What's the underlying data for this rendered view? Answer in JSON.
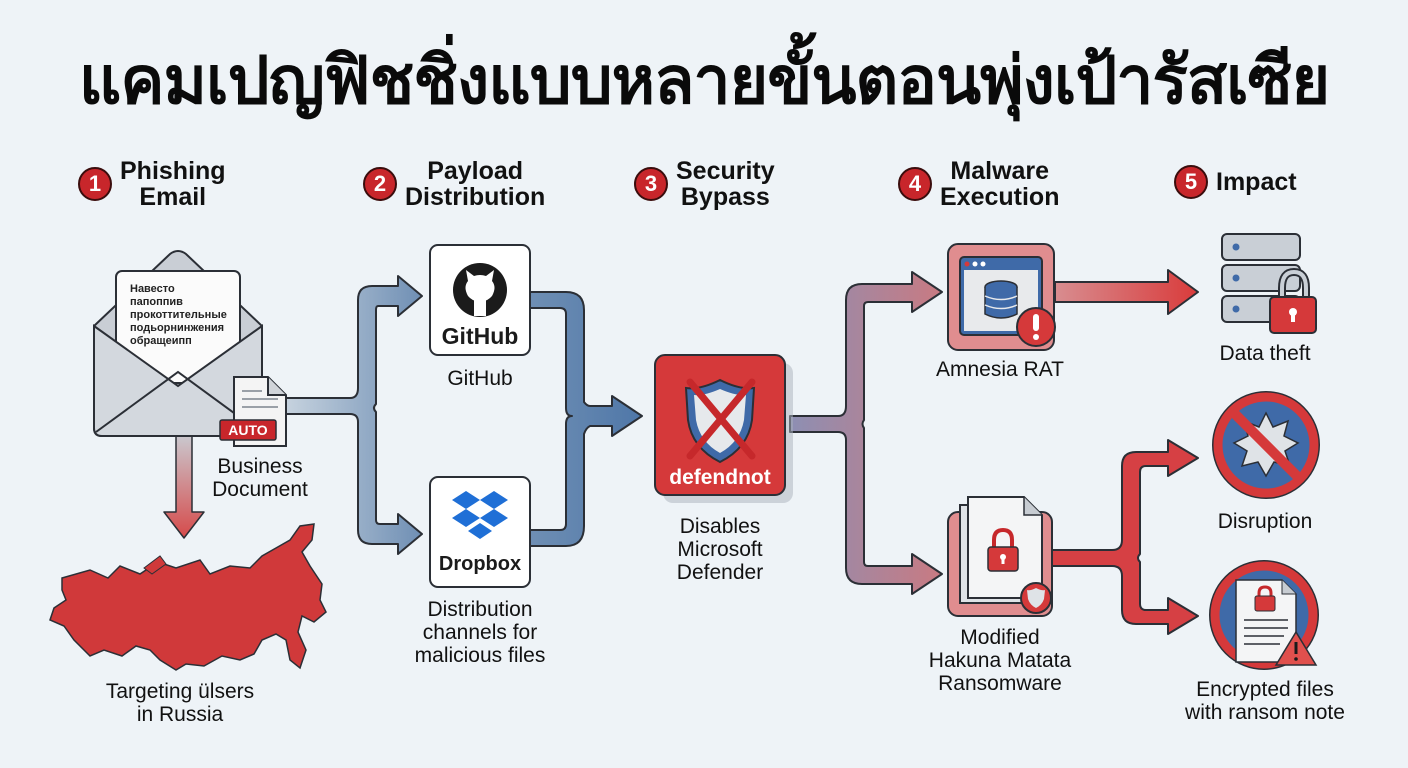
{
  "title": "แคมเปญฟิชชิ่งแบบหลายขั้นตอนพุ่งเป้ารัสเซีย",
  "steps": [
    {
      "number": "1",
      "label_line1": "Phishing",
      "label_line2": "Email"
    },
    {
      "number": "2",
      "label_line1": "Payload",
      "label_line2": "Distribution"
    },
    {
      "number": "3",
      "label_line1": "Security",
      "label_line2": "Bypass"
    },
    {
      "number": "4",
      "label_line1": "Malware",
      "label_line2": "Execution"
    },
    {
      "number": "5",
      "label_line1": "Impact",
      "label_line2": ""
    }
  ],
  "email": {
    "letter_lines": [
      "Навесто",
      "папоппив",
      "прокоттительные",
      "подьорнинжения",
      "обращеипп"
    ],
    "attachment_tag": "AUTO",
    "caption_line1": "Business",
    "caption_line2": "Document"
  },
  "target": {
    "caption_line1": "Targeting ülsers",
    "caption_line2": "in Russia"
  },
  "distribution": {
    "github_logo_text": "GitHub",
    "github_caption": "GitHub",
    "dropbox_logo_text": "Dropbox",
    "caption_line1": "Distribution",
    "caption_line2": "channels for",
    "caption_line3": "malicious files"
  },
  "bypass": {
    "tool_name": "defendnot",
    "caption_line1": "Disables",
    "caption_line2": "Microsoft",
    "caption_line3": "Defender"
  },
  "malware": {
    "rat_caption": "Amnesia RAT",
    "ransom_caption_line1": "Modified",
    "ransom_caption_line2": "Hakuna Matata",
    "ransom_caption_line3": "Ransomware"
  },
  "impact": {
    "data_theft": "Data theft",
    "disruption": "Disruption",
    "encrypted_line1": "Encrypted files",
    "encrypted_line2": "with ransom note"
  },
  "colors": {
    "accent_red": "#d23a3a",
    "badge_red": "#c8262b",
    "flow_blue": "#6f8fb4",
    "dropbox_blue": "#1f6fd6",
    "background": "#eef3f7"
  }
}
